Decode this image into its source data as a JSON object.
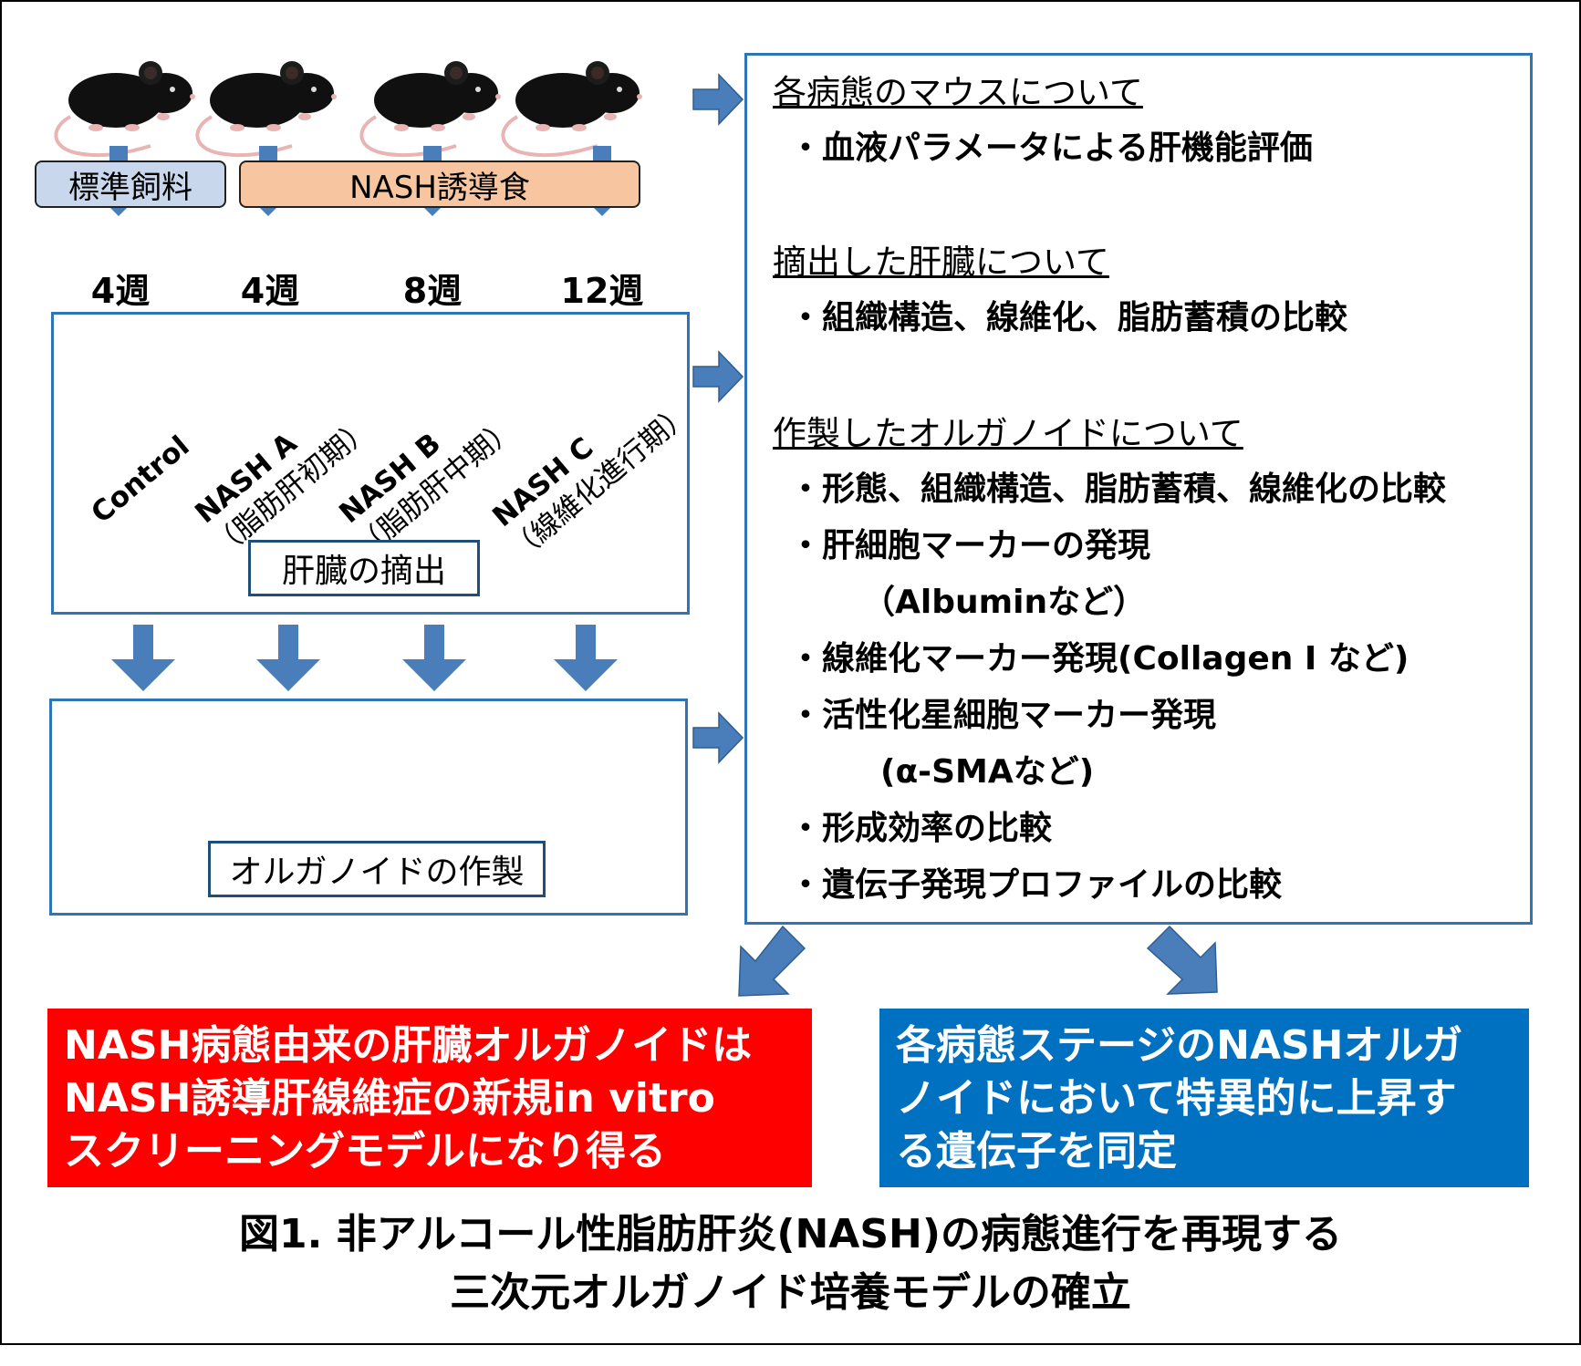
{
  "colors": {
    "arrow": "#4a7ebb",
    "box_border": "#2e75b6",
    "label_border": "#1f4e79",
    "standard_diet_fill": "#c9d7ec",
    "nash_diet_fill": "#f7c6a0",
    "conclusion_red": "#ff0000",
    "conclusion_blue": "#0070c0",
    "petri_fill": "#f6a5c0"
  },
  "diets": {
    "standard": "標準飼料",
    "nash": "NASH誘導食"
  },
  "weeks": [
    "4週",
    "4週",
    "8週",
    "12週"
  ],
  "groups": [
    {
      "name": "Control",
      "stage": ""
    },
    {
      "name": "NASH A",
      "stage": "（脂肪肝初期）"
    },
    {
      "name": "NASH B",
      "stage": "（脂肪肝中期）"
    },
    {
      "name": "NASH C",
      "stage": "（線維化進行期）"
    }
  ],
  "step_labels": {
    "liver_extraction": "肝臓の摘出",
    "organoid_creation": "オルガノイドの作製"
  },
  "analysis": {
    "mouse_heading": "各病態のマウスについて",
    "mouse_items": [
      "・血液パラメータによる肝機能評価"
    ],
    "liver_heading": "摘出した肝臓について",
    "liver_items": [
      "・組織構造、線維化、脂肪蓄積の比較"
    ],
    "organoid_heading": "作製したオルガノイドについて",
    "organoid_items": [
      "・形態、組織構造、脂肪蓄積、線維化の比較",
      "・肝細胞マーカーの発現",
      "（Albuminなど）",
      "・線維化マーカー発現(Collagen Ⅰ など)",
      "・活性化星細胞マーカー発現",
      "(α-SMAなど)",
      "・形成効率の比較",
      "・遺伝子発現プロファイルの比較"
    ]
  },
  "conclusions": {
    "red": [
      "NASH病態由来の肝臓オルガノイドは",
      "NASH誘導肝線維症の新規in vitro",
      "スクリーニングモデルになり得る"
    ],
    "blue": [
      "各病態ステージのNASHオルガ",
      "ノイドにおいて特異的に上昇す",
      "る遺伝子を同定"
    ]
  },
  "caption": [
    "図1. 非アルコール性脂肪肝炎(NASH)の病態進行を再現する",
    "三次元オルガノイド培養モデルの確立"
  ]
}
